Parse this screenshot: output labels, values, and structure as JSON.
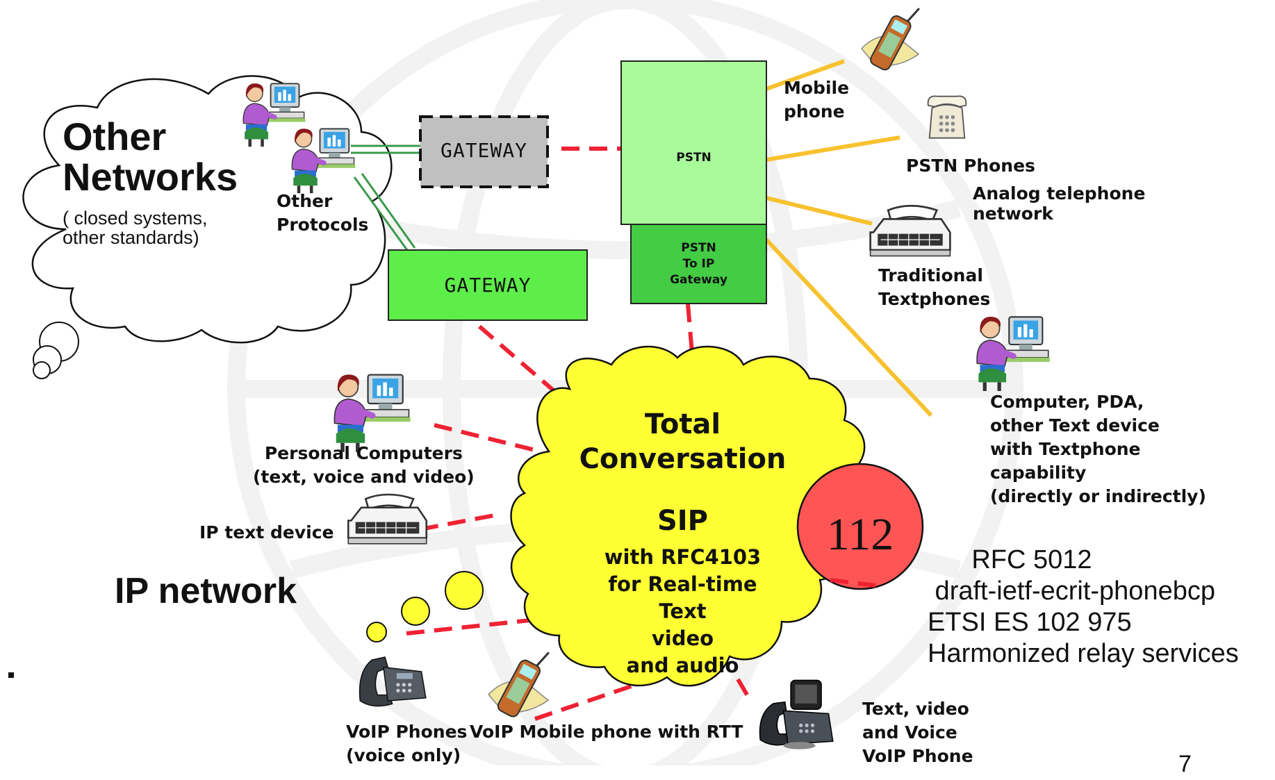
{
  "other_networks": {
    "title": "Other\nNetworks",
    "subtitle": "( closed systems,\n      other standards)",
    "protocols_label": "Other\nProtocols"
  },
  "gateways": {
    "top": "GATEWAY",
    "bottom": "GATEWAY"
  },
  "pstn": {
    "label": "PSTN",
    "gateway_label": "PSTN\nTo IP\nGateway"
  },
  "devices": {
    "mobile_phone": "Mobile\nphone",
    "pstn_phones": "PSTN Phones",
    "analog_network": "Analog telephone\n         network",
    "traditional_textphones": "Traditional\nTextphones",
    "computer_pda": "Computer, PDA,\nother Text device\nwith Textphone\ncapability\n(directly or indirectly)",
    "personal_computers": "Personal Computers\n(text, voice and video)",
    "ip_text_device": "IP text device",
    "voip_phones": "VoIP Phones\n(voice only)",
    "voip_mobile": "VoIP Mobile phone with RTT",
    "text_video_voip": "Text, video\nand Voice\nVoIP Phone"
  },
  "ip_network": "IP network",
  "total_conversation": {
    "title": "Total\nConversation",
    "sip": "SIP",
    "details": "with RFC4103\nfor Real-time\nText\nvideo\nand audio"
  },
  "emergency_number": "112",
  "references": [
    "      RFC 5012",
    " draft-ietf-ecrit-phonebcp",
    "ETSI ES 102 975",
    "Harmonized relay services"
  ],
  "page_number": "7",
  "colors": {
    "cloud_yellow": "#ffff33",
    "pstn_light": "#a8fa9a",
    "pstn_dark": "#44cc44",
    "gateway_green": "#5eee4a",
    "gateway_gray": "#c0c0c0",
    "dash_red": "#ee2233",
    "analog_line": "#f7c230",
    "circle_red": "#ff5555"
  },
  "icons": [
    "woman-at-computer-icon",
    "mobile-phone-icon",
    "desk-phone-icon",
    "textphone-icon",
    "voip-phone-icon",
    "video-phone-icon"
  ]
}
